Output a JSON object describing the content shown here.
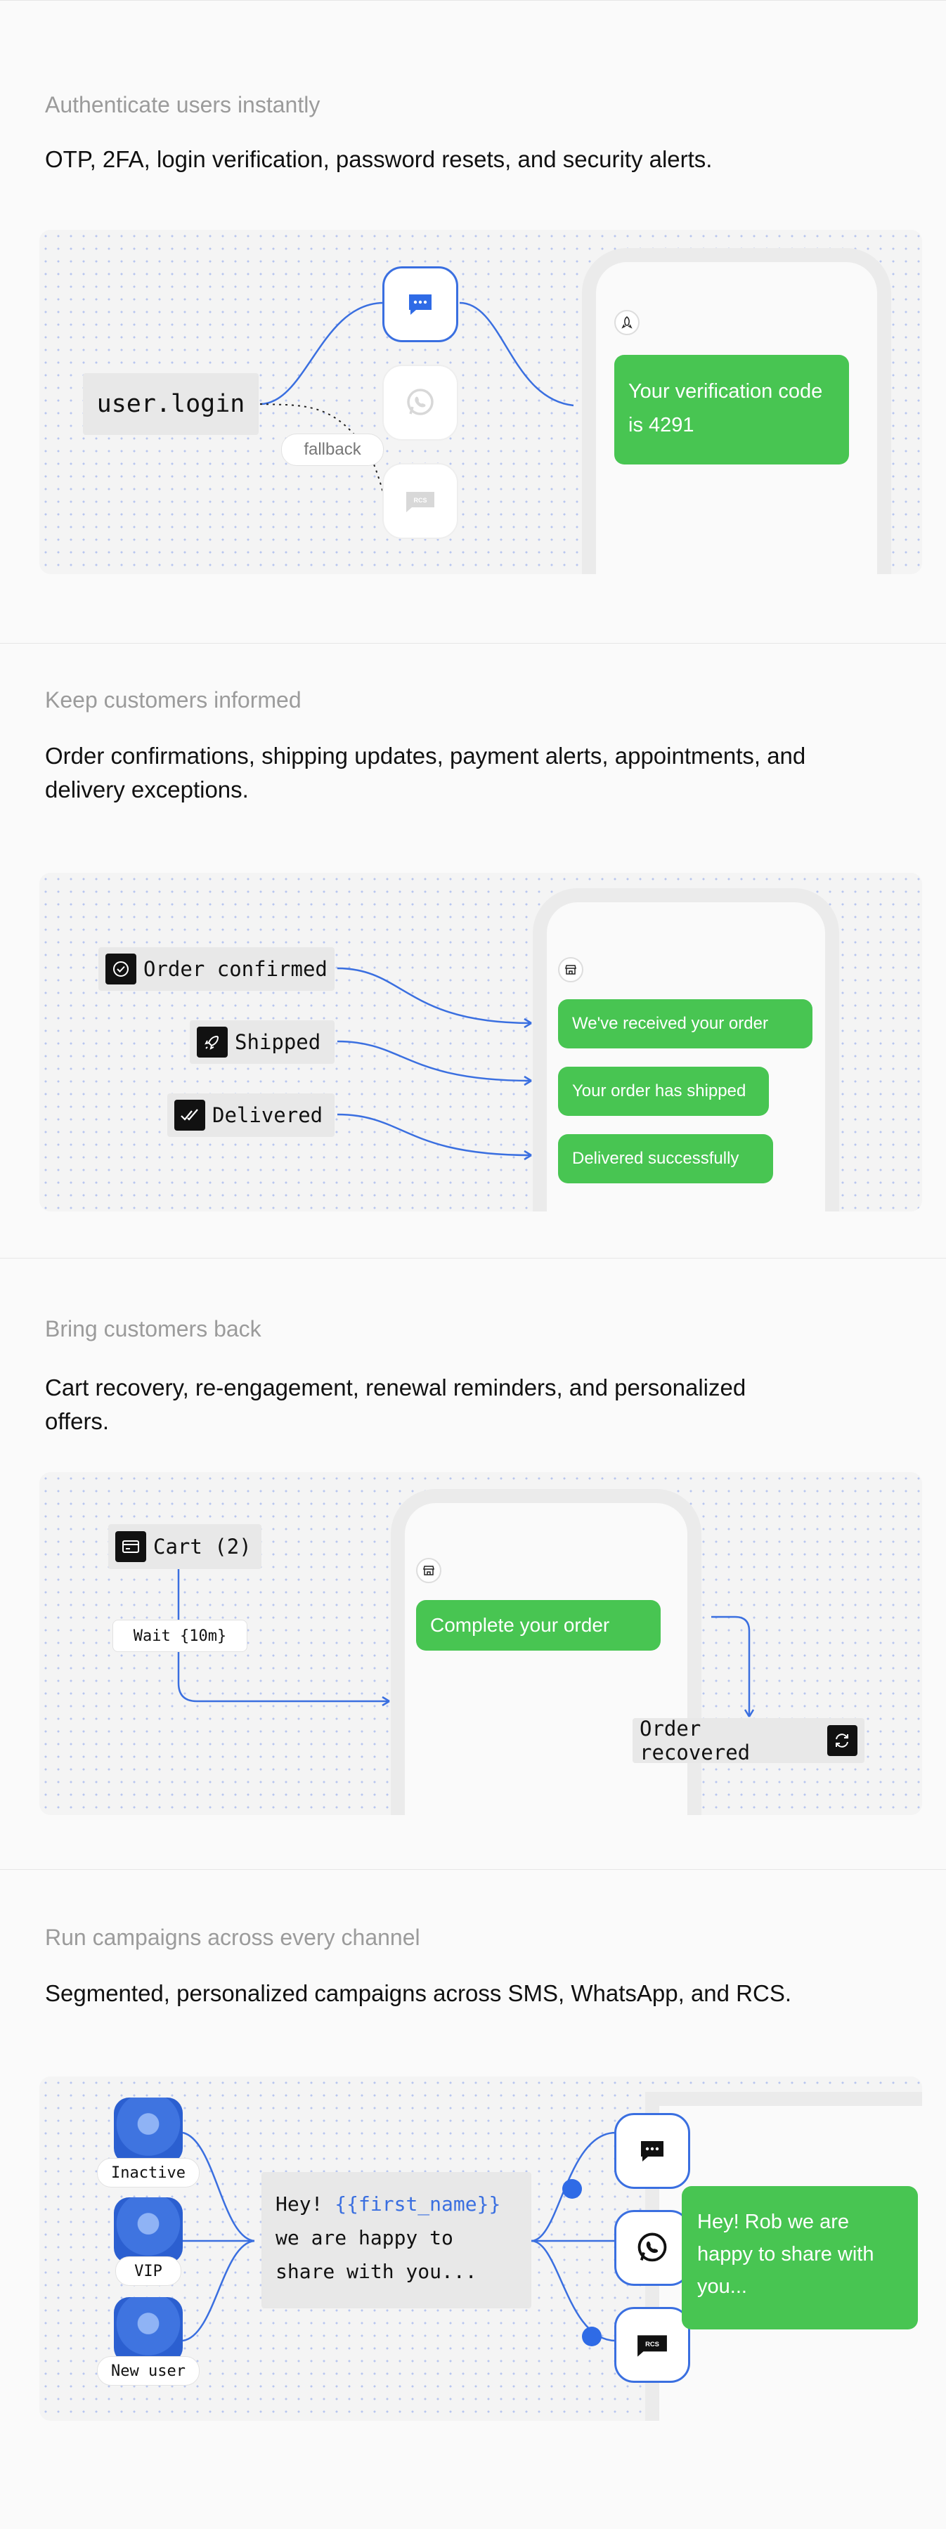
{
  "sections": [
    {
      "title": "Authenticate users instantly",
      "description": "OTP, 2FA, login verification, password resets, and security alerts.",
      "event_label": "user.login",
      "fallback_label": "fallback",
      "channels": [
        "sms",
        "whatsapp",
        "rcs"
      ],
      "message": "Your verification code is 4291"
    },
    {
      "title": "Keep customers informed",
      "description": "Order confirmations, shipping updates, payment alerts, appointments, and delivery exceptions.",
      "events": [
        "Order confirmed",
        "Shipped",
        "Delivered"
      ],
      "messages": [
        "We've received your order",
        "Your order has shipped",
        "Delivered successfully"
      ]
    },
    {
      "title": "Bring customers back",
      "description": "Cart recovery, re-engagement, renewal reminders, and personalized offers.",
      "cart_label": "Cart (2)",
      "wait_label": "Wait {10m}",
      "message": "Complete your order",
      "result_label": "Order recovered"
    },
    {
      "title": "Run campaigns across every channel",
      "description": "Segmented, personalized campaigns across SMS, WhatsApp, and RCS.",
      "segments": [
        "Inactive",
        "VIP",
        "New user"
      ],
      "template_line1_prefix": "Hey! ",
      "template_variable": "{{first_name}}",
      "template_line2": "we are happy to",
      "template_line3": "share with you...",
      "channel_rcs_label": "RCS",
      "message": "Hey! Rob we are happy to share with you..."
    }
  ],
  "colors": {
    "accent_blue": "#3a6fe0",
    "bubble_green": "#48c552",
    "title_gray": "#9b9b9b"
  }
}
